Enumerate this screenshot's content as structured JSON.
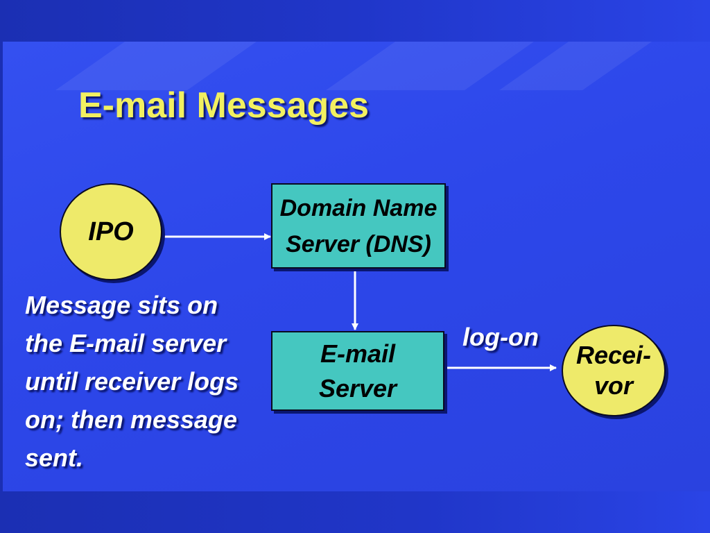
{
  "slide": {
    "title": "E-mail Messages",
    "nodes": {
      "ipo": "IPO",
      "dns": [
        "Domain Name",
        "Server (DNS)"
      ],
      "email_server": [
        "E-mail",
        "Server"
      ],
      "receiver": [
        "Recei-",
        "vor"
      ]
    },
    "edge_label_logon": "log-on",
    "note": [
      "Message sits on",
      "the E-mail server",
      "until receiver logs",
      "on; then message",
      "sent."
    ]
  },
  "colors": {
    "background": "#2a44e6",
    "title": "#f2f060",
    "circle_fill": "#eeea6a",
    "box_fill": "#45c7c0",
    "text_white": "#ffffff"
  }
}
